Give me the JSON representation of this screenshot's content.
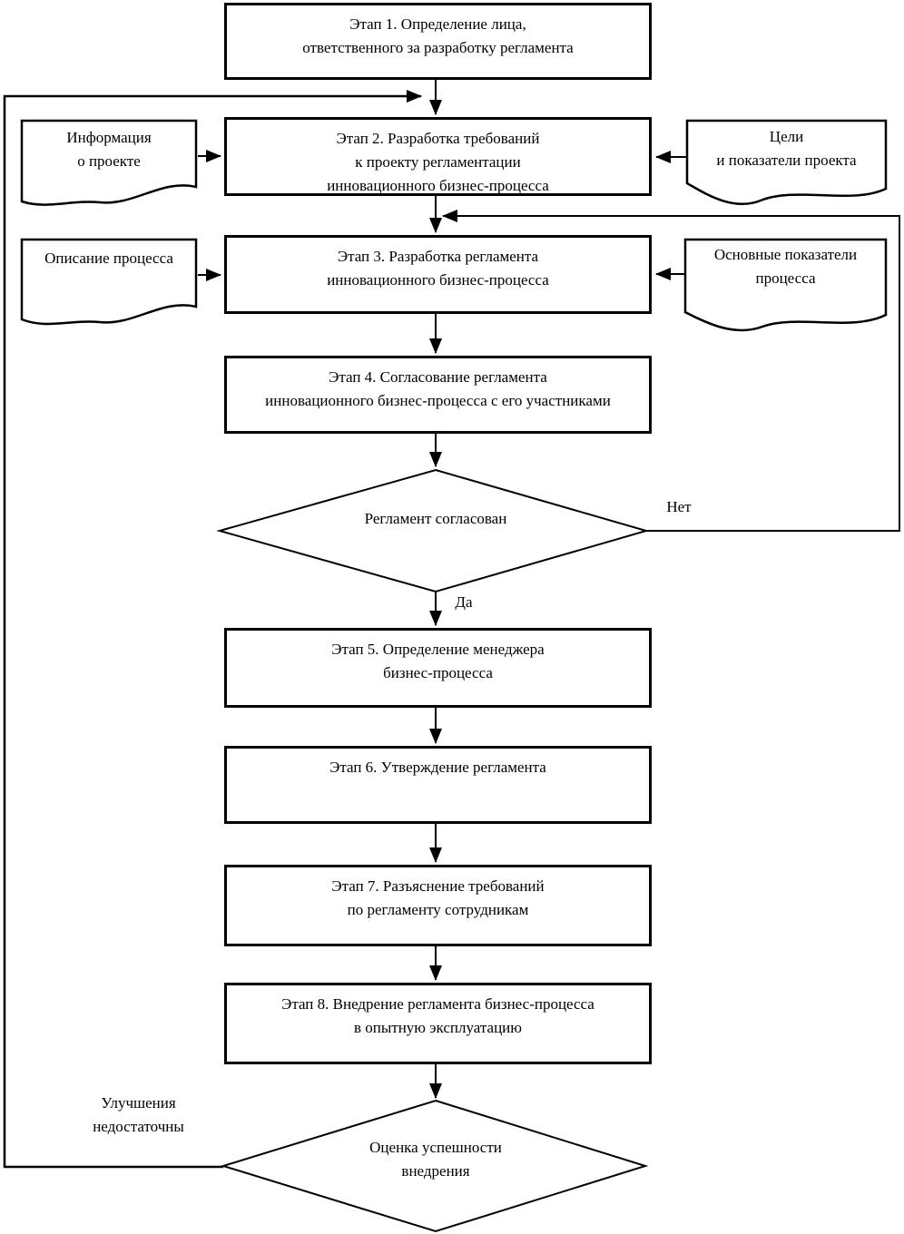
{
  "diagram": {
    "type": "flowchart",
    "language": "ru",
    "colors": {
      "line": "#000000",
      "background": "#ffffff",
      "text": "#000000"
    },
    "nodes": {
      "step1": {
        "shape": "process",
        "label": "Этап 1. Определение лица,\nответственного за разработку регламента"
      },
      "doc_project_info": {
        "shape": "document",
        "label": "Информация\nо проекте"
      },
      "step2": {
        "shape": "process",
        "label": "Этап 2. Разработка требований\nк проекту регламентации\nинновационного бизнес-процесса"
      },
      "doc_goals": {
        "shape": "document",
        "label": "Цели\nи показатели проекта"
      },
      "doc_process_desc": {
        "shape": "document",
        "label": "Описание процесса"
      },
      "step3": {
        "shape": "process",
        "label": "Этап 3. Разработка регламента\nинновационного бизнес-процесса"
      },
      "doc_key_metrics": {
        "shape": "document",
        "label": "Основные показатели\nпроцесса"
      },
      "step4": {
        "shape": "process",
        "label": "Этап 4. Согласование регламента\nинновационного бизнес-процесса с его участниками"
      },
      "decision_agreed": {
        "shape": "decision",
        "label": "Регламент согласован"
      },
      "step5": {
        "shape": "process",
        "label": "Этап 5. Определение менеджера\nбизнес-процесса"
      },
      "step6": {
        "shape": "process",
        "label": "Этап 6. Утверждение регламента"
      },
      "step7": {
        "shape": "process",
        "label": "Этап 7. Разъяснение требований\nпо регламенту сотрудникам"
      },
      "step8": {
        "shape": "process",
        "label": "Этап 8. Внедрение регламента бизнес-процесса\nв опытную эксплуатацию"
      },
      "decision_success": {
        "shape": "decision",
        "label": "Оценка успешности\nвнедрения"
      }
    },
    "edge_labels": {
      "no": "Нет",
      "yes": "Да",
      "insufficient": "Улучшения\nнедостаточны"
    }
  }
}
